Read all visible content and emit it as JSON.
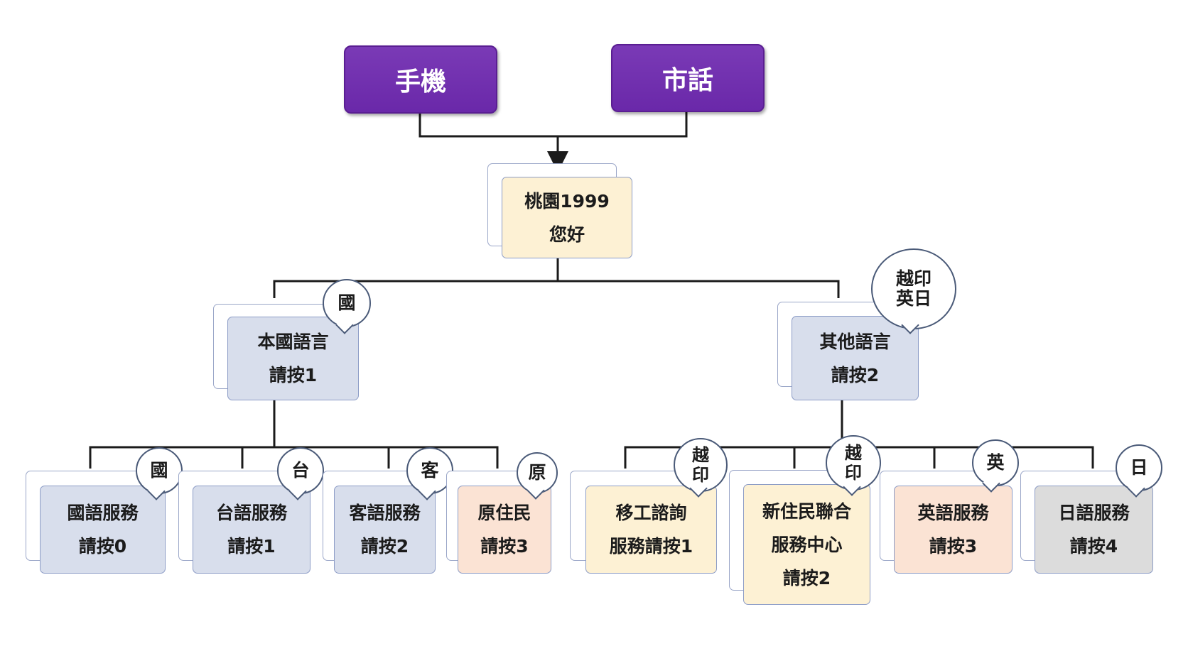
{
  "sources": {
    "mobile": "手機",
    "landline": "市話"
  },
  "root": {
    "line1": "桃園1999",
    "line2": "您好"
  },
  "branches": {
    "domestic": {
      "line1": "本國語言",
      "line2": "請按1",
      "badge": "國"
    },
    "other": {
      "line1": "其他語言",
      "line2": "請按2",
      "badge_line1": "越印",
      "badge_line2": "英日"
    }
  },
  "leaves": {
    "mandarin": {
      "line1": "國語服務",
      "line2": "請按0",
      "badge": "國"
    },
    "taiwanese": {
      "line1": "台語服務",
      "line2": "請按1",
      "badge": "台"
    },
    "hakka": {
      "line1": "客語服務",
      "line2": "請按2",
      "badge": "客"
    },
    "indigenous": {
      "line1": "原住民",
      "line2": "請按3",
      "badge": "原"
    },
    "migrant": {
      "line1": "移工諮詢",
      "line2": "服務請按1",
      "badge_line1": "越",
      "badge_line2": "印"
    },
    "new_resident": {
      "line1": "新住民聯合",
      "line2": "服務中心",
      "line3": "請按2",
      "badge_line1": "越",
      "badge_line2": "印"
    },
    "english": {
      "line1": "英語服務",
      "line2": "請按3",
      "badge": "英"
    },
    "japanese": {
      "line1": "日語服務",
      "line2": "請按4",
      "badge": "日"
    }
  },
  "colors": {
    "source_purple": "#6a28a9",
    "node_blue": "#d8deec",
    "node_yellow": "#fdf1d4",
    "node_peach": "#fbe3d4",
    "node_gray": "#dcdcdc"
  }
}
